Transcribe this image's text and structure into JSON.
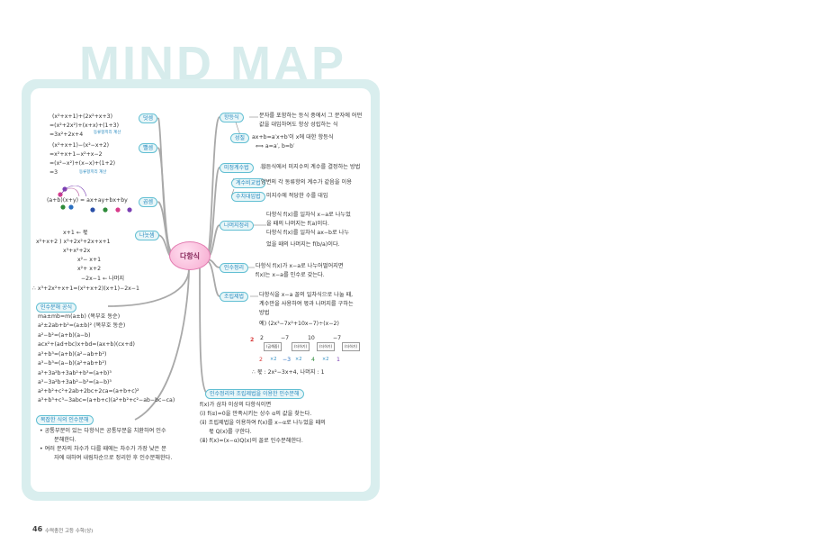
{
  "header": {
    "title": "MIND MAP"
  },
  "center": {
    "label": "다항식"
  },
  "footer": {
    "page": "46",
    "book": "수력충전 고등 수학(상)"
  },
  "left": {
    "tags": {
      "add": "덧셈",
      "sub": "뺄셈",
      "mul": "곱셈",
      "div": "나눗셈",
      "formula": "인수분해 공식",
      "complex": "복잡한 식의 인수분해"
    },
    "add_lines": [
      "(x²+x+1)+(2x²+x+3)",
      "=(x²+2x²)+(x+x)+(1+3)",
      "=3x²+2x+4"
    ],
    "add_note": "동류항끼리 계산",
    "sub_lines": [
      "(x²+x+1)−(x²−x+2)",
      "=x²+x+1−x²+x−2",
      "=(x²−x²)+(x−x)+(1+2)",
      "=3"
    ],
    "sub_note": "동류항끼리 계산",
    "mul_line": "(a+b)(x+y) = ax+ay+bx+by",
    "div_lines": [
      "x+1 ← 몫",
      "x²+x+2 ) x³+2x²+2x+x+1",
      "x³+x²+2x",
      "x²− x+1",
      "x²+ x+2",
      "−2x−1 ← 나머지"
    ],
    "div_result": "∴ x³+2x²+x+1=(x²+x+2)(x+1)−2x−1",
    "formulas": [
      "ma±mb=m(a±b) (복부호 동순)",
      "a²±2ab+b²=(a±b)² (복부호 동순)",
      "a²−b²=(a+b)(a−b)",
      "acx²+(ad+bc)x+bd=(ax+b)(cx+d)",
      "a³+b³=(a+b)(a²−ab+b²)",
      "a³−b³=(a−b)(a²+ab+b²)",
      "a³+3a²b+3ab²+b³=(a+b)³",
      "a³−3a²b+3ab²−b³=(a−b)³",
      "a²+b²+c²+2ab+2bc+2ca=(a+b+c)²",
      "a³+b³+c³−3abc=(a+b+c)(a²+b²+c²−ab−bc−ca)"
    ],
    "complex_lines": [
      "• 공통부분이 있는 다항식은 공통부분을 치환하여 인수",
      "분해한다.",
      "• 여러 문자의 차수가 다를 때에는 차수가 가장 낮은 문",
      "자에 대하여 내림차순으로 정리한 후 인수분해한다."
    ]
  },
  "right": {
    "tags": {
      "identity": "항등식",
      "property": "성질",
      "undetermined": "미정계수법",
      "coef": "계수비교법",
      "subst": "수치대입법",
      "remainder": "나머지정리",
      "factor": "인수정리",
      "synthetic": "조립제법",
      "combo": "인수정리와 조립제법을 이용한 인수분해"
    },
    "identity_lines": [
      "문자를 포함하는 등식 중에서 그 문자에 어떤",
      "값을 대입하여도 항상 성립하는 식"
    ],
    "property_lines": [
      "ax+b=a′x+b′이 x에 대한 항등식",
      "⟺ a=a′, b=b′"
    ],
    "undetermined_line": "항등식에서 미지수의 계수를 결정하는 방법",
    "coef_line": "양변의 각 동류항의 계수가 같음을 이용",
    "subst_line": "미지수에 적당한 수를 대입",
    "remainder_lines": [
      "다항식 f(x)를 일차식 x−a로 나누었",
      "을 때의 나머지는 f(a)이다.",
      "다항식 f(x)를 일차식 ax−b로 나누",
      "었을 때의 나머지는 f(b/a)이다."
    ],
    "factor_lines": [
      "다항식 f(x)가 x−a로 나누어떨어지면",
      "f(x)는 x−a를 인수로 갖는다."
    ],
    "synthetic_lines": [
      "다항식을 x−a 꼴의 일차식으로 나눌 때,",
      "계수만을 사용하여 몫과 나머지를 구하는",
      "방법"
    ],
    "synthetic_example": "예) (2x³−7x²+10x−7)÷(x−2)",
    "synthetic_top": [
      "2",
      "−7",
      "10",
      "−7"
    ],
    "synthetic_bottom": [
      "2",
      "−3",
      "4",
      "1"
    ],
    "synthetic_boxes": [
      "(곱해줌)",
      "(더하기)",
      "(더하기)",
      "(더하기)"
    ],
    "synthetic_mult": [
      "×2",
      "×2",
      "×2"
    ],
    "synthetic_result": "∴ 몫 : 2x²−3x+4, 나머지 : 1",
    "combo_lines": [
      "f(x)가 삼차 이상의 다항식이면",
      "(ⅰ) f(α)=0을 만족시키는 상수 α의 값을 찾는다.",
      "(ⅱ) 조립제법을 이용하여 f(x)를 x−α로 나누었을 때의",
      "몫 Q(x)를 구한다.",
      "(ⅲ) f(x)=(x−α)Q(x)의 꼴로 인수분해한다."
    ]
  },
  "colors": {
    "accent": "#2a8bc0",
    "frame": "#d9eeee",
    "center": "#f6a9cf"
  }
}
